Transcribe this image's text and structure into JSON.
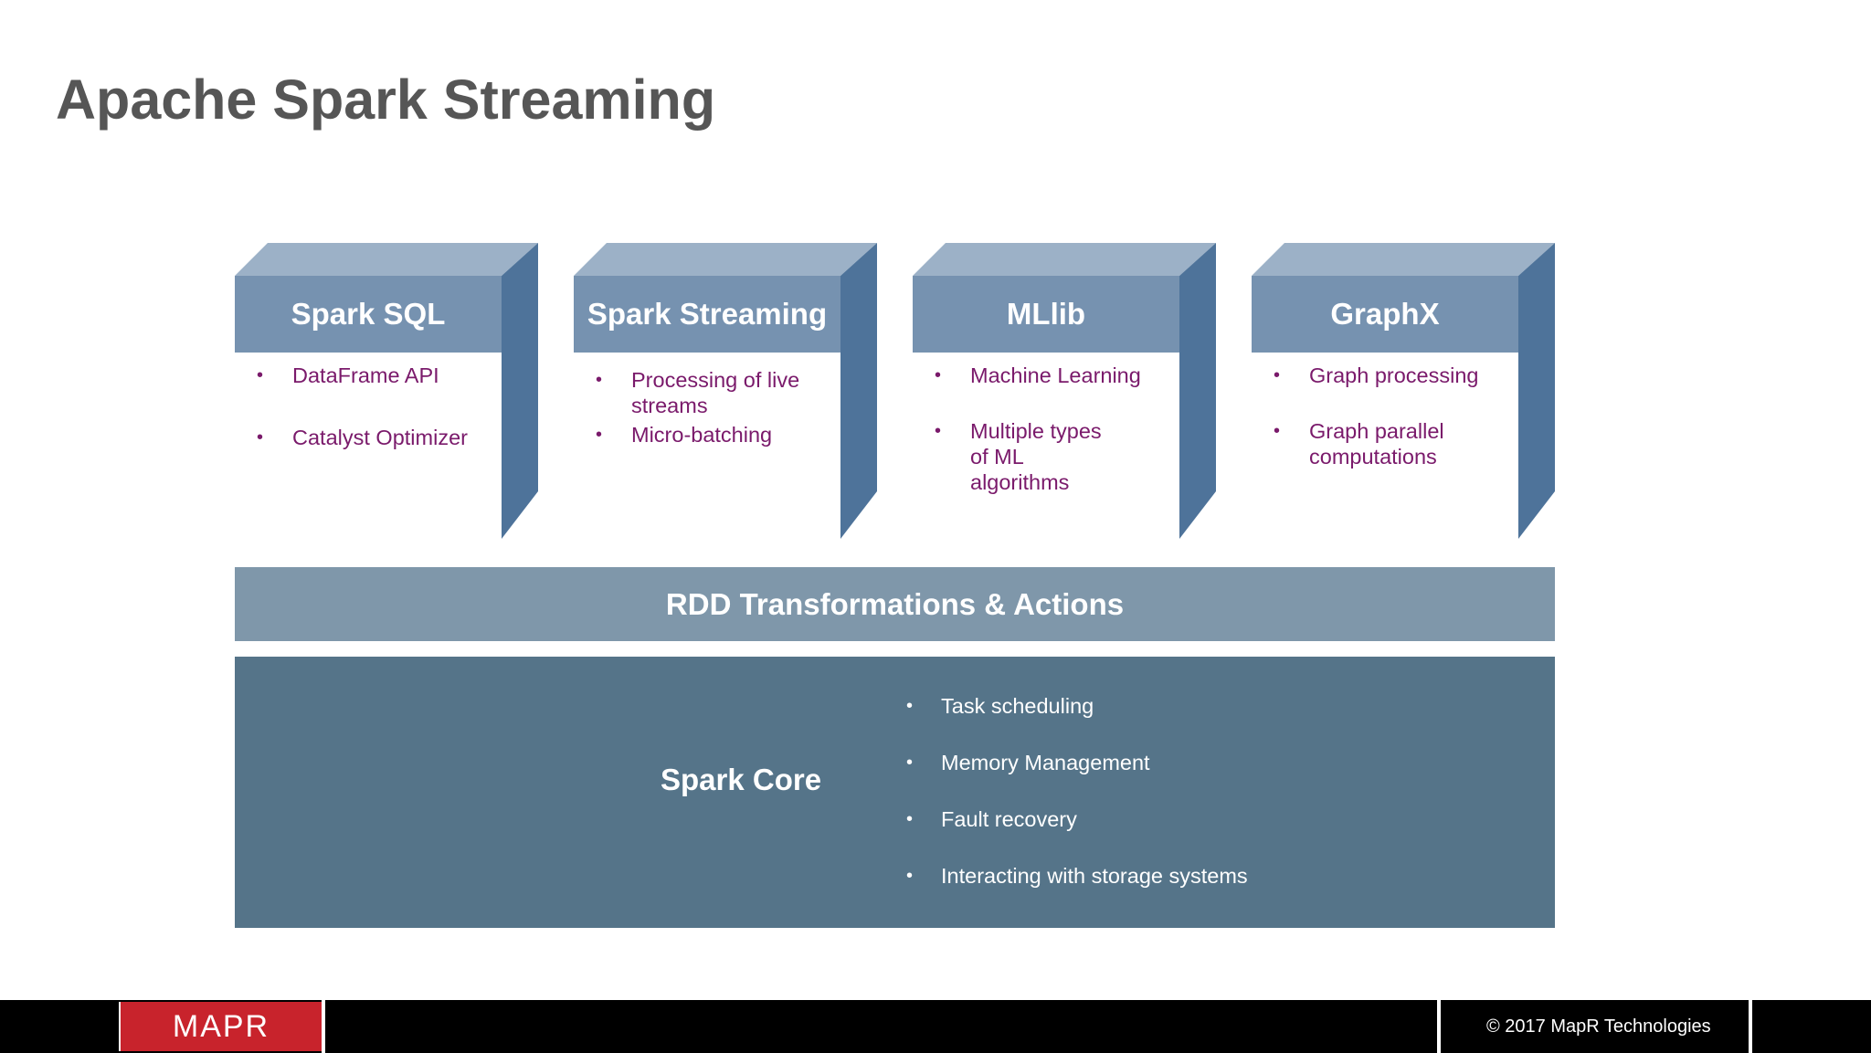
{
  "slide": {
    "title": "Apache Spark Streaming"
  },
  "modules": [
    {
      "name": "Spark SQL",
      "bullets": [
        "DataFrame API",
        "Catalyst Optimizer"
      ]
    },
    {
      "name": "Spark Streaming",
      "bullets": [
        "Processing of live streams",
        "Micro-batching"
      ]
    },
    {
      "name": "MLlib",
      "bullets": [
        "Machine Learning",
        "Multiple types of ML algorithms"
      ]
    },
    {
      "name": "GraphX",
      "bullets": [
        "Graph processing",
        "Graph parallel computations"
      ]
    }
  ],
  "rdd": {
    "label": "RDD Transformations & Actions"
  },
  "core": {
    "title": "Spark Core",
    "bullets": [
      "Task scheduling",
      "Memory Management",
      "Fault recovery",
      "Interacting with storage systems"
    ]
  },
  "footer": {
    "logo": "MAPR",
    "copyright": "© 2017 MapR Technologies"
  },
  "colors": {
    "box_top": "#9cb1c7",
    "box_front": "#7692b0",
    "box_side": "#4e739a",
    "bullet_text": "#7a1a6b",
    "rdd": "#7f97aa",
    "core": "#557489",
    "logo_bg": "#c8232c"
  }
}
